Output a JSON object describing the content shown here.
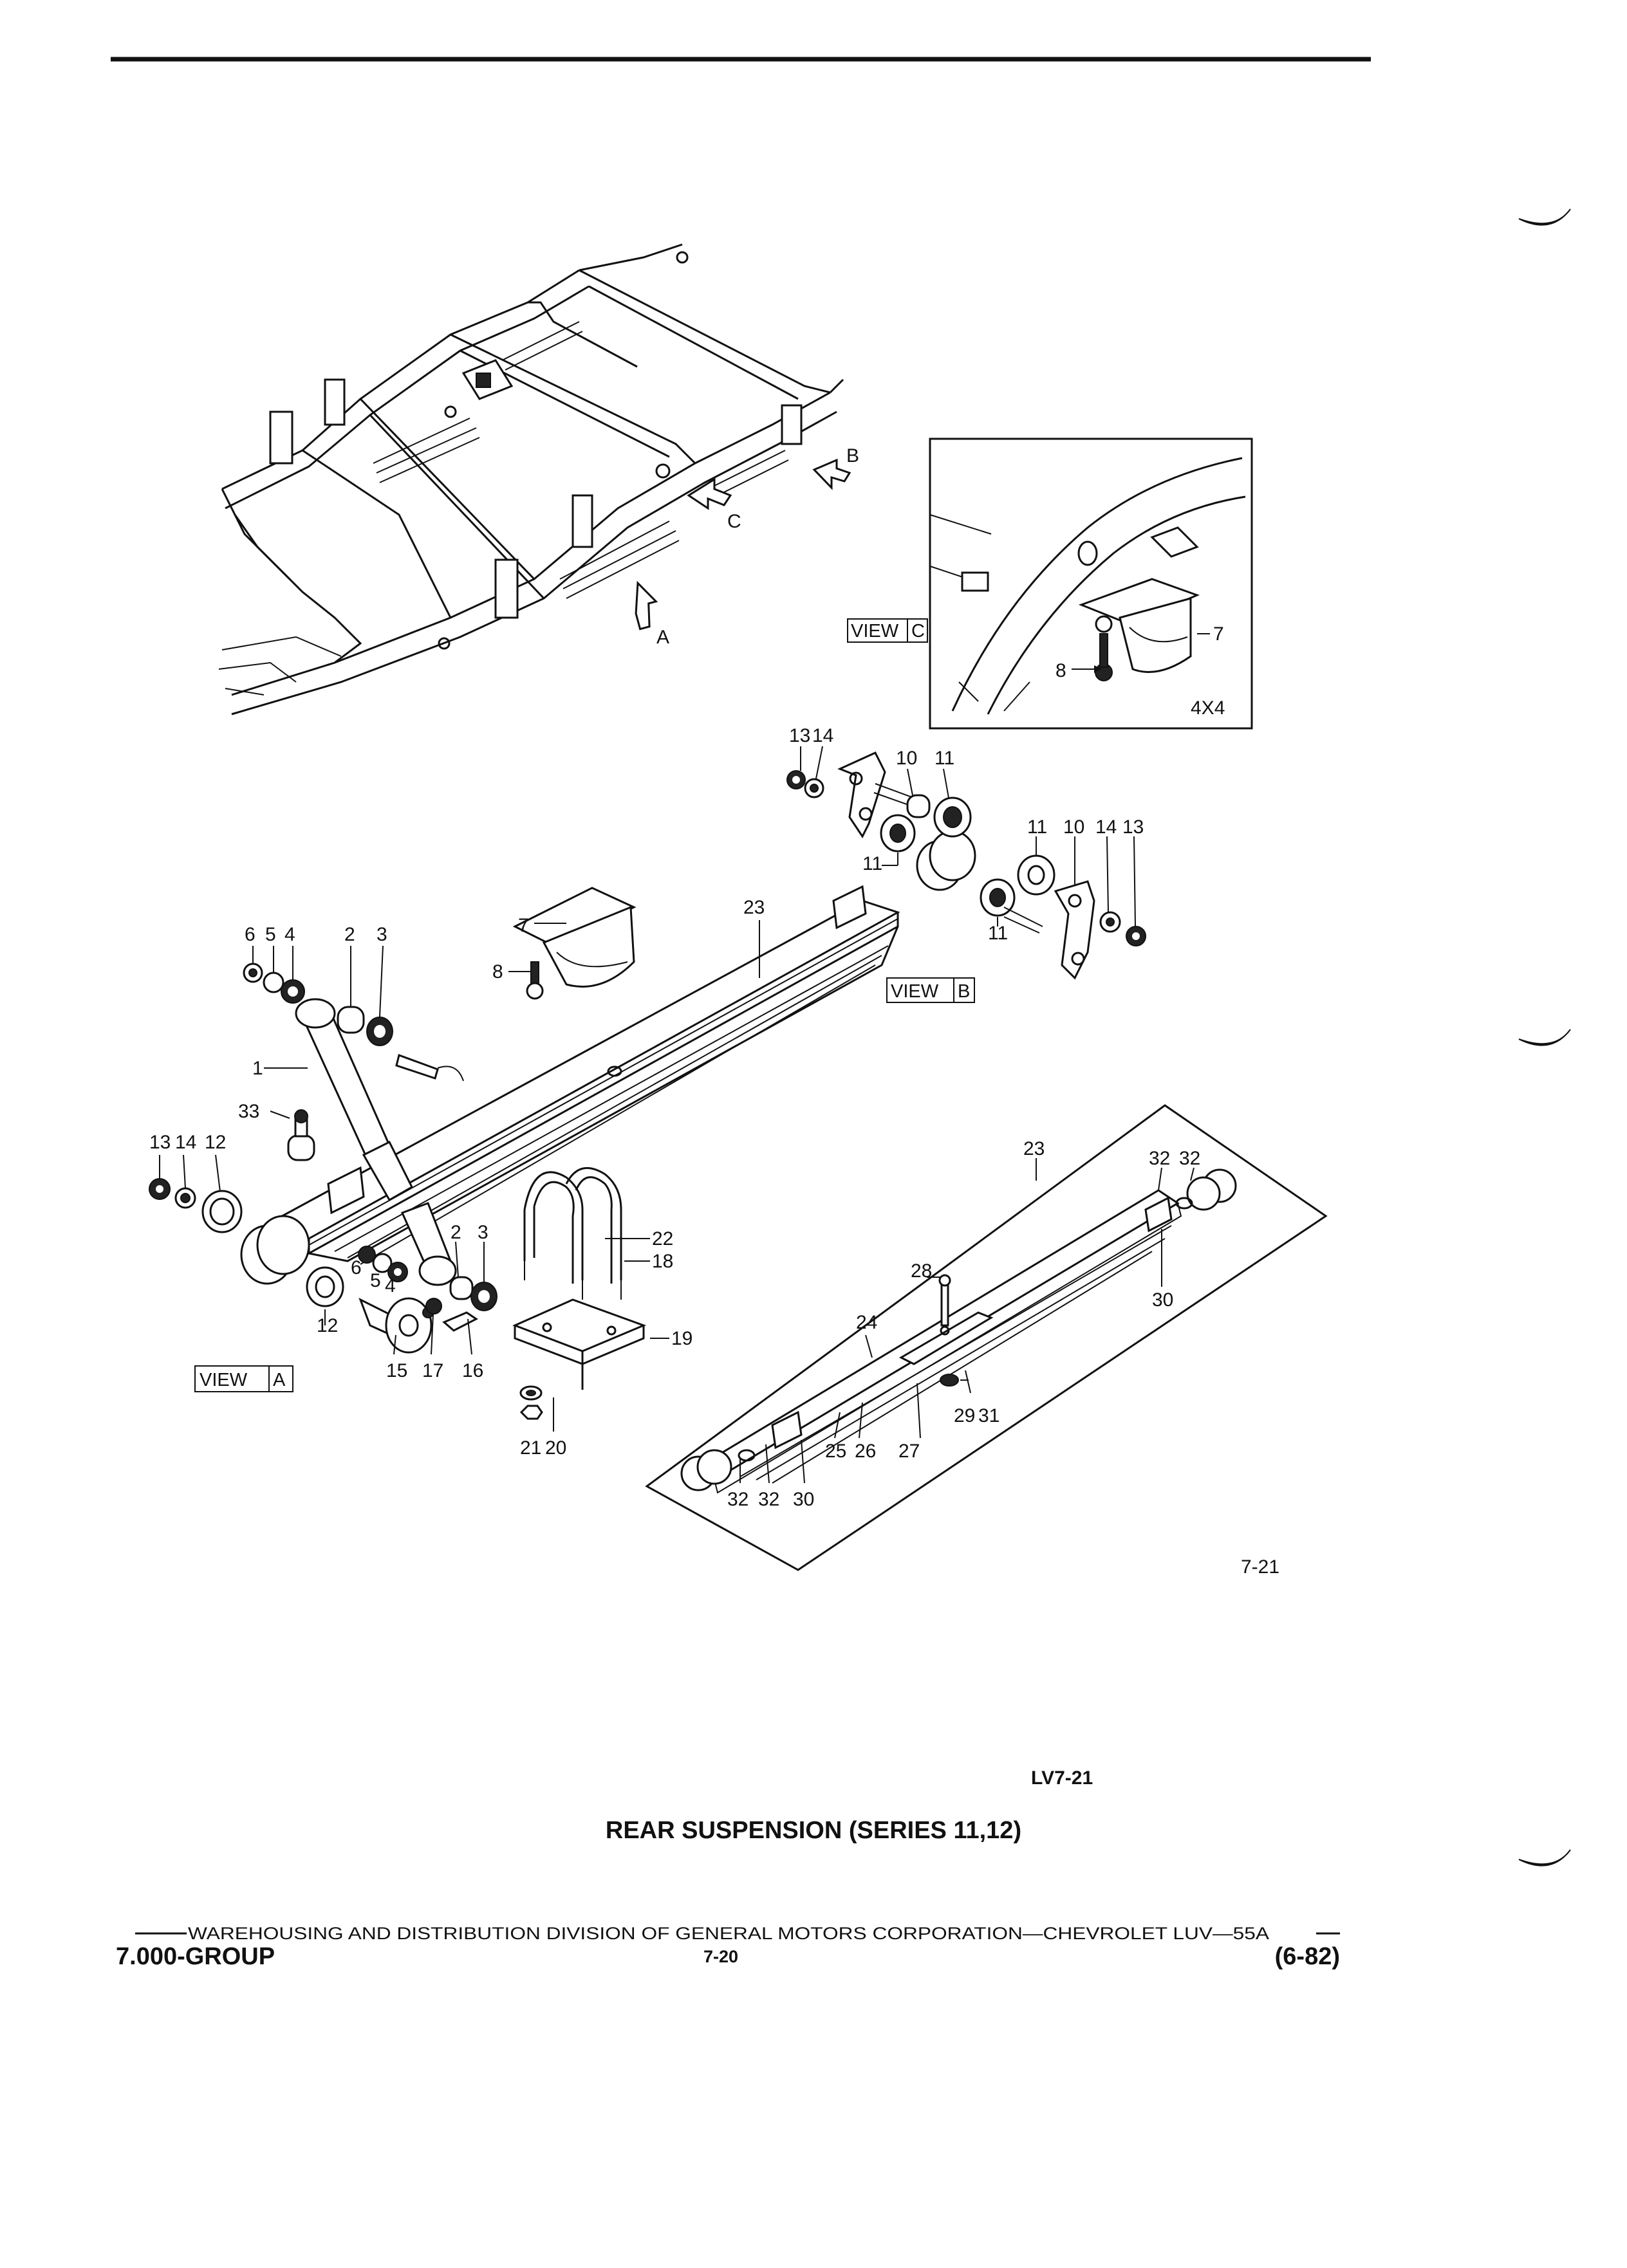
{
  "drawing_ref": "7-21",
  "lv_ref": "LV7-21",
  "title": "REAR SUSPENSION (SERIES 11,12)",
  "footer": {
    "division": "WAREHOUSING AND DISTRIBUTION  DIVISION OF GENERAL MOTORS CORPORATION—CHEVROLET LUV—55A",
    "group": "7.000-GROUP",
    "page_number": "7-20",
    "date_code": "(6-82)"
  },
  "views": {
    "a": {
      "word": "VIEW",
      "letter": "A"
    },
    "b": {
      "word": "VIEW",
      "letter": "B"
    },
    "c": {
      "word": "VIEW",
      "letter": "C"
    }
  },
  "arrows": {
    "a": "A",
    "b": "B",
    "c": "C"
  },
  "inset_4x4_label": "4X4",
  "callouts": {
    "c1": "1",
    "c2a": "2",
    "c3a": "3",
    "c4a": "4",
    "c5a": "5",
    "c6a": "6",
    "c2b": "2",
    "c3b": "3",
    "c4b": "4",
    "c5b": "5",
    "c6b": "6",
    "c7a": "7",
    "c8a": "8",
    "c7b": "7",
    "c8b": "8",
    "c10a": "10",
    "c11a": "11",
    "c11b": "11",
    "c10b": "10",
    "c11c": "11",
    "c11d": "11",
    "c12a": "12",
    "c12b": "12",
    "c13a": "13",
    "c14a": "14",
    "c13b": "13",
    "c14b": "14",
    "c13c": "13",
    "c14c": "14",
    "c15": "15",
    "c16": "16",
    "c17": "17",
    "c18": "18",
    "c19": "19",
    "c20": "20",
    "c21": "21",
    "c22": "22",
    "c23a": "23",
    "c23b": "23",
    "c24": "24",
    "c25": "25",
    "c26": "26",
    "c27": "27",
    "c28": "28",
    "c29": "29",
    "c30a": "30",
    "c30b": "30",
    "c31": "31",
    "c32a": "32",
    "c32b": "32",
    "c32c": "32",
    "c32d": "32",
    "c33": "33"
  }
}
